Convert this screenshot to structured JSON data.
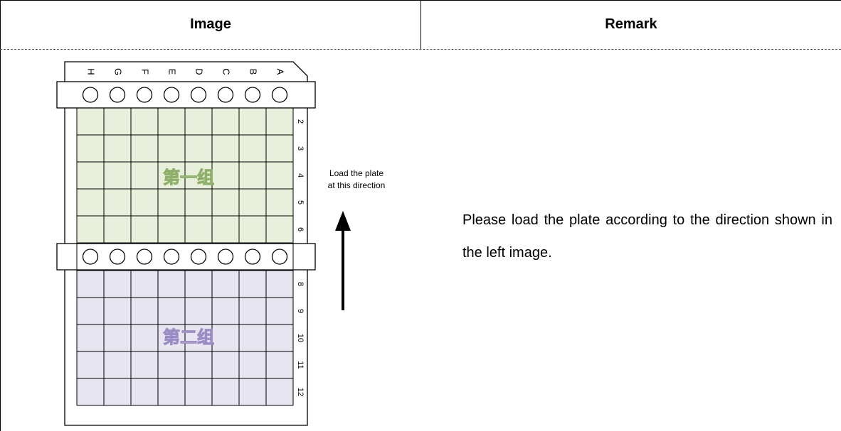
{
  "table": {
    "header_image": "Image",
    "header_remark": "Remark"
  },
  "plate": {
    "column_letters": [
      "A",
      "B",
      "C",
      "D",
      "E",
      "F",
      "G",
      "H"
    ],
    "row_numbers": [
      "2",
      "3",
      "4",
      "5",
      "6",
      "8",
      "9",
      "10",
      "11",
      "12"
    ],
    "group1_label": "第一组",
    "group2_label": "第二组",
    "direction_label_line1": "Load the plate",
    "direction_label_line2": "at this direction",
    "group1_color": "#e8f0dc",
    "group2_color": "#e7e5ef",
    "group1_text_color": "#8fb06a",
    "group2_text_color": "#9a8cc4"
  },
  "remark": {
    "text": "Please load the plate according to the direction shown in the left image."
  }
}
